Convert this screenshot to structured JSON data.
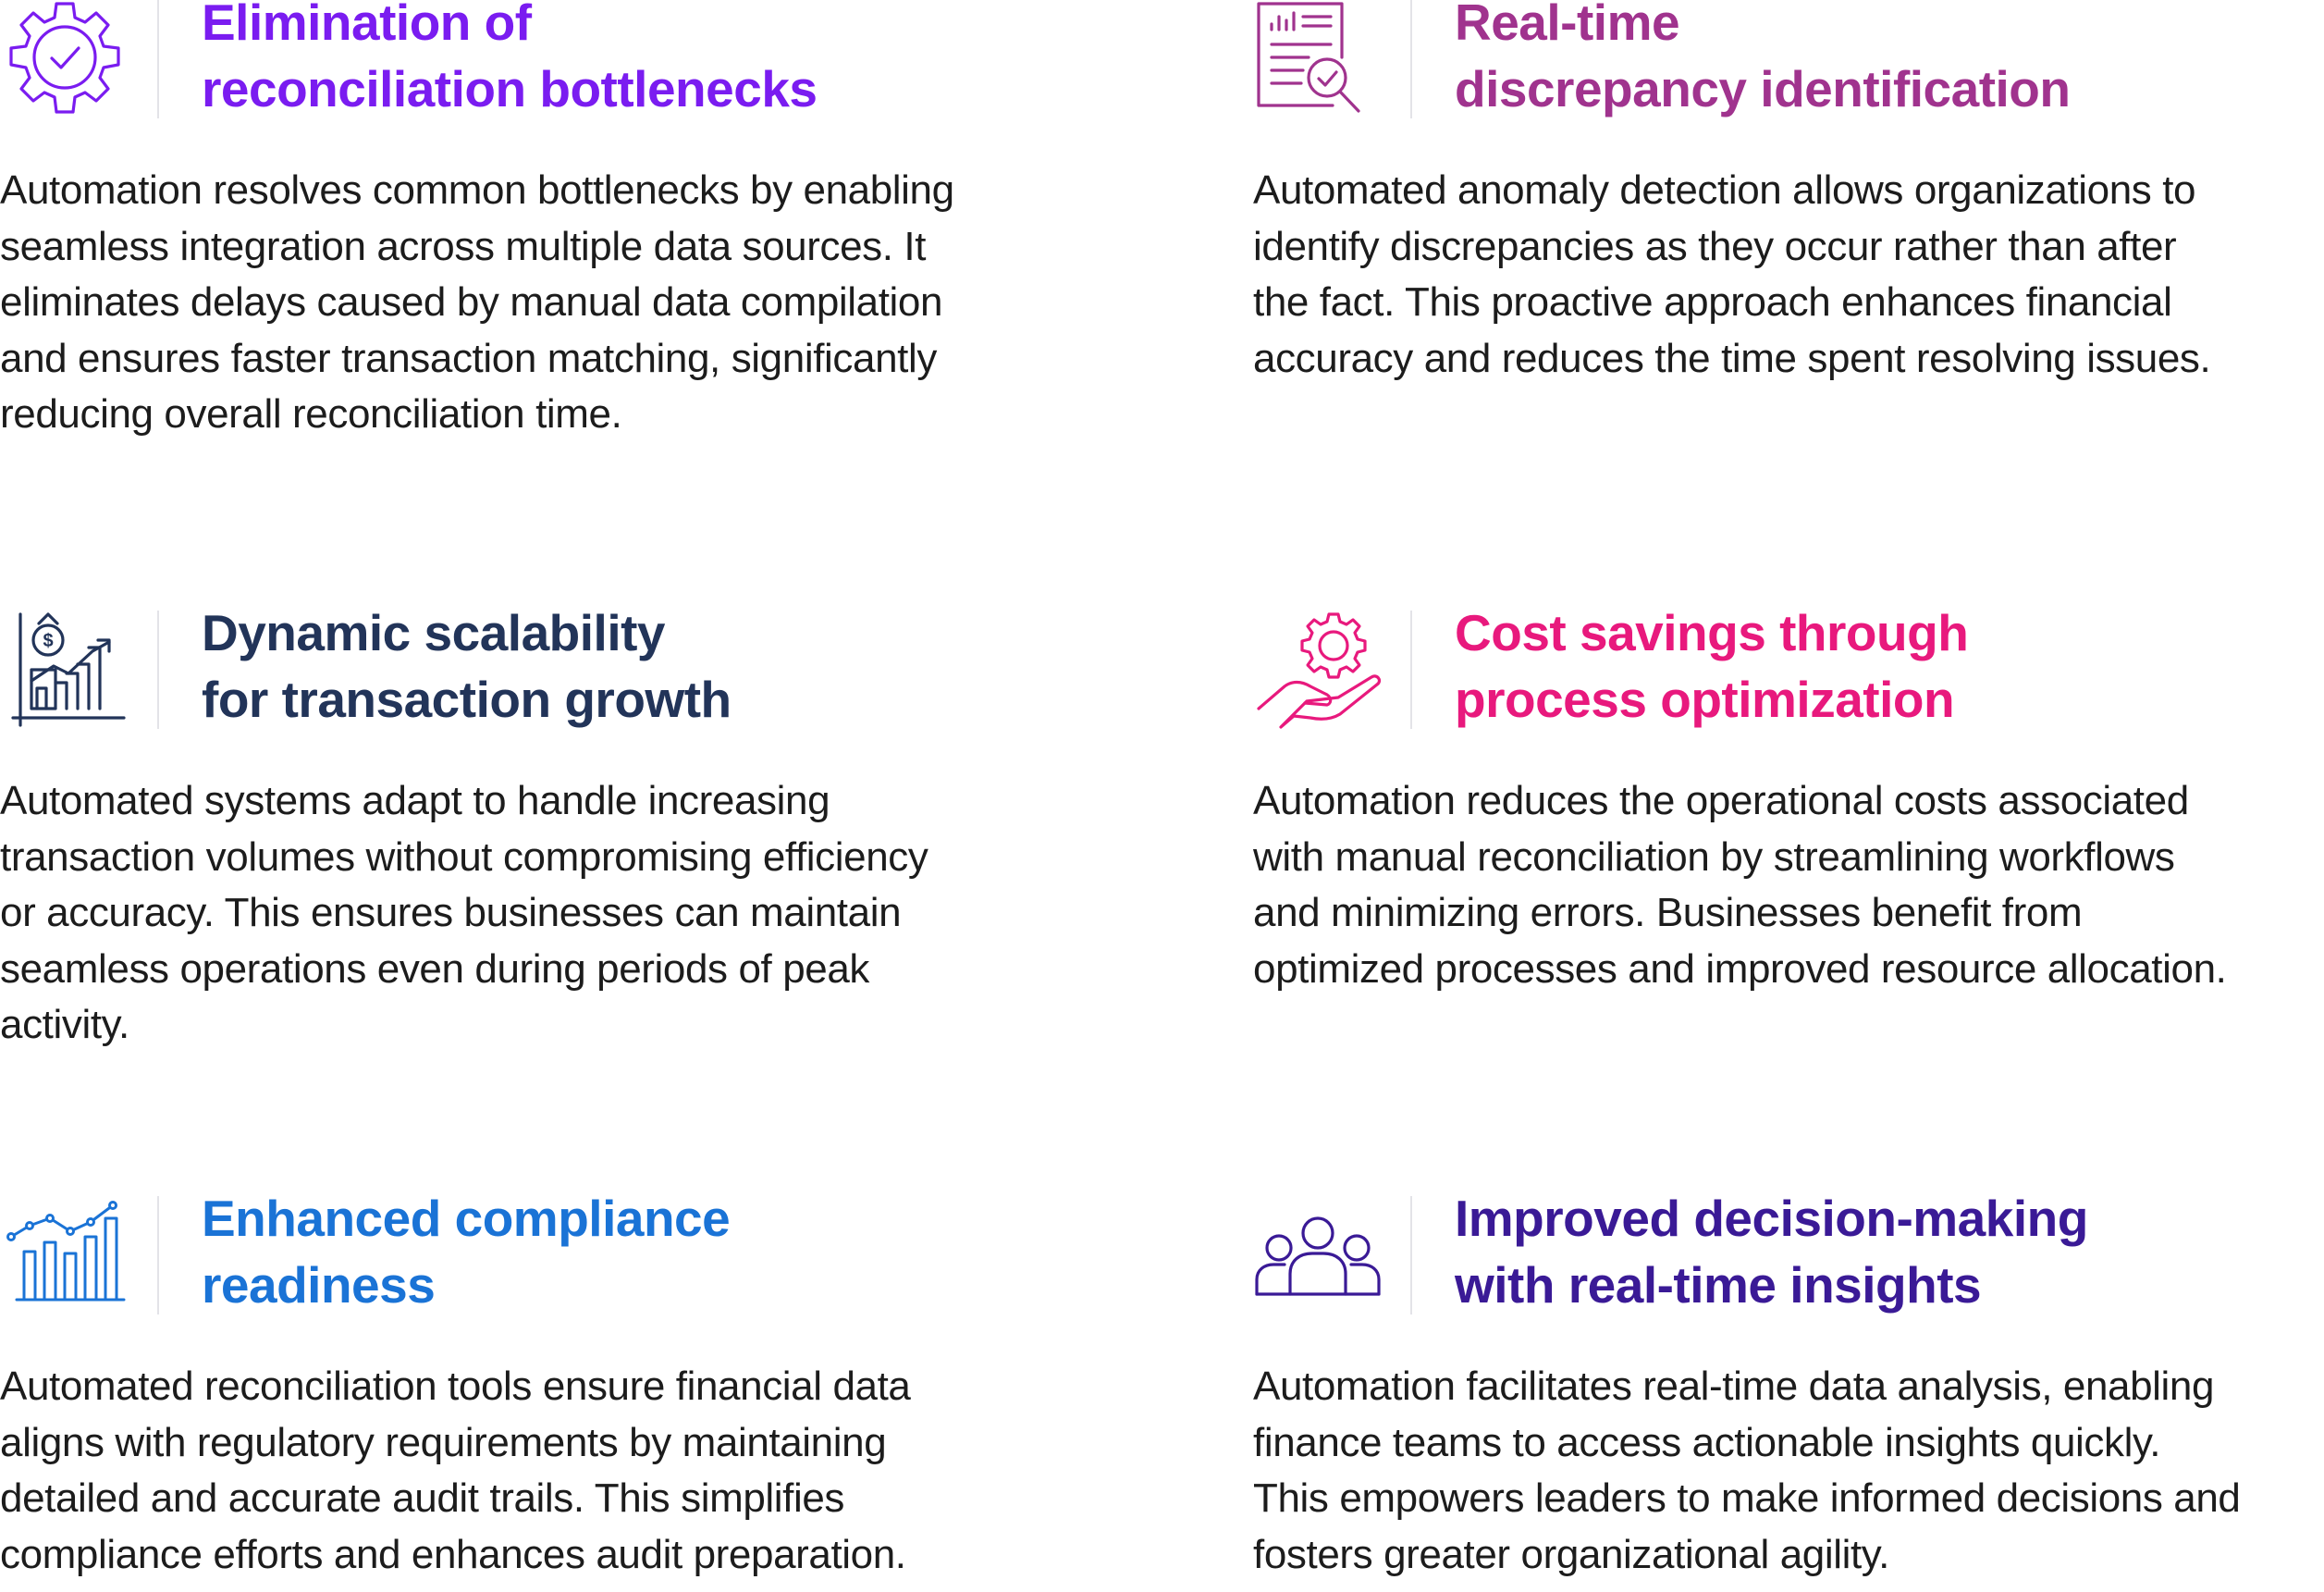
{
  "cards": [
    {
      "title_lines": [
        "Elimination of",
        "reconciliation bottlenecks"
      ],
      "body_lines": [
        "Automation resolves common bottlenecks by enabling",
        "seamless integration across multiple data sources. It",
        "eliminates delays caused by manual data compilation",
        "and ensures faster transaction matching, significantly",
        "reducing overall reconciliation time."
      ],
      "icon": "gear-check-icon",
      "color": "#7a1cf0"
    },
    {
      "title_lines": [
        "Real-time",
        "discrepancy identification"
      ],
      "body_lines": [
        "Automated anomaly detection allows organizations to",
        "identify discrepancies as they occur rather than after",
        "the fact. This proactive approach enhances financial",
        "accuracy and reduces the time spent resolving issues."
      ],
      "icon": "report-magnifier-icon",
      "color": "#a0338e"
    },
    {
      "title_lines": [
        "Dynamic scalability",
        "for transaction growth"
      ],
      "body_lines": [
        "Automated systems adapt to handle increasing",
        "transaction volumes without compromising efficiency",
        "or accuracy. This ensures businesses can maintain",
        "seamless operations even during periods of peak",
        "activity."
      ],
      "icon": "money-growth-chart-icon",
      "color": "#223459"
    },
    {
      "title_lines": [
        "Cost savings through",
        "process optimization"
      ],
      "body_lines": [
        "Automation reduces the operational costs associated",
        "with manual reconciliation by streamlining workflows",
        "and minimizing errors. Businesses benefit from",
        "optimized processes and improved resource allocation."
      ],
      "icon": "hand-gear-icon",
      "color": "#e8197d"
    },
    {
      "title_lines": [
        "Enhanced compliance",
        "readiness"
      ],
      "body_lines": [
        "Automated reconciliation tools ensure financial data",
        "aligns with regulatory requirements by maintaining",
        "detailed and accurate audit trails. This simplifies",
        "compliance efforts and enhances audit preparation."
      ],
      "icon": "bar-line-chart-icon",
      "color": "#1a73d6"
    },
    {
      "title_lines": [
        "Improved decision-making",
        "with real-time insights"
      ],
      "body_lines": [
        "Automation facilitates real-time data analysis, enabling",
        "finance teams to access actionable insights quickly.",
        "This empowers leaders to make informed decisions and",
        "fosters greater organizational agility."
      ],
      "icon": "team-people-icon",
      "color": "#3a1a96"
    }
  ]
}
